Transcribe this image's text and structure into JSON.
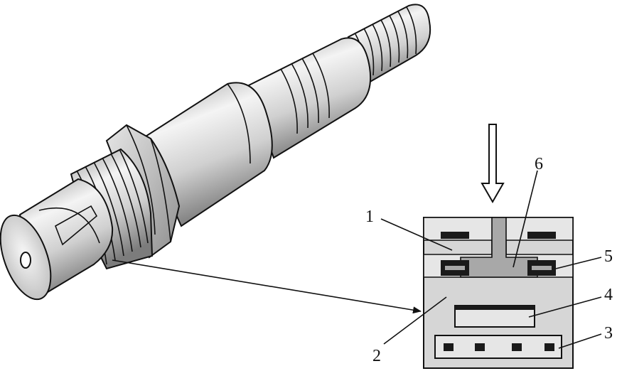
{
  "callouts": [
    {
      "id": "1",
      "text": "1"
    },
    {
      "id": "2",
      "text": "2"
    },
    {
      "id": "3",
      "text": "3"
    },
    {
      "id": "4",
      "text": "4"
    },
    {
      "id": "5",
      "text": "5"
    },
    {
      "id": "6",
      "text": "6"
    }
  ],
  "colors": {
    "line": "#111111",
    "sensor_body_light": "#f2f2f2",
    "sensor_body_mid": "#c4c4c4",
    "sensor_body_dark": "#8a8a8a",
    "block_fill": "#d6d6d6",
    "electrode_fill": "#1a1a1a",
    "gas_channel_fill": "#a8a8a8"
  },
  "icons": {
    "gas_flow_arrow": "down-arrow-icon",
    "leader_arrow": "arrowhead-icon"
  }
}
